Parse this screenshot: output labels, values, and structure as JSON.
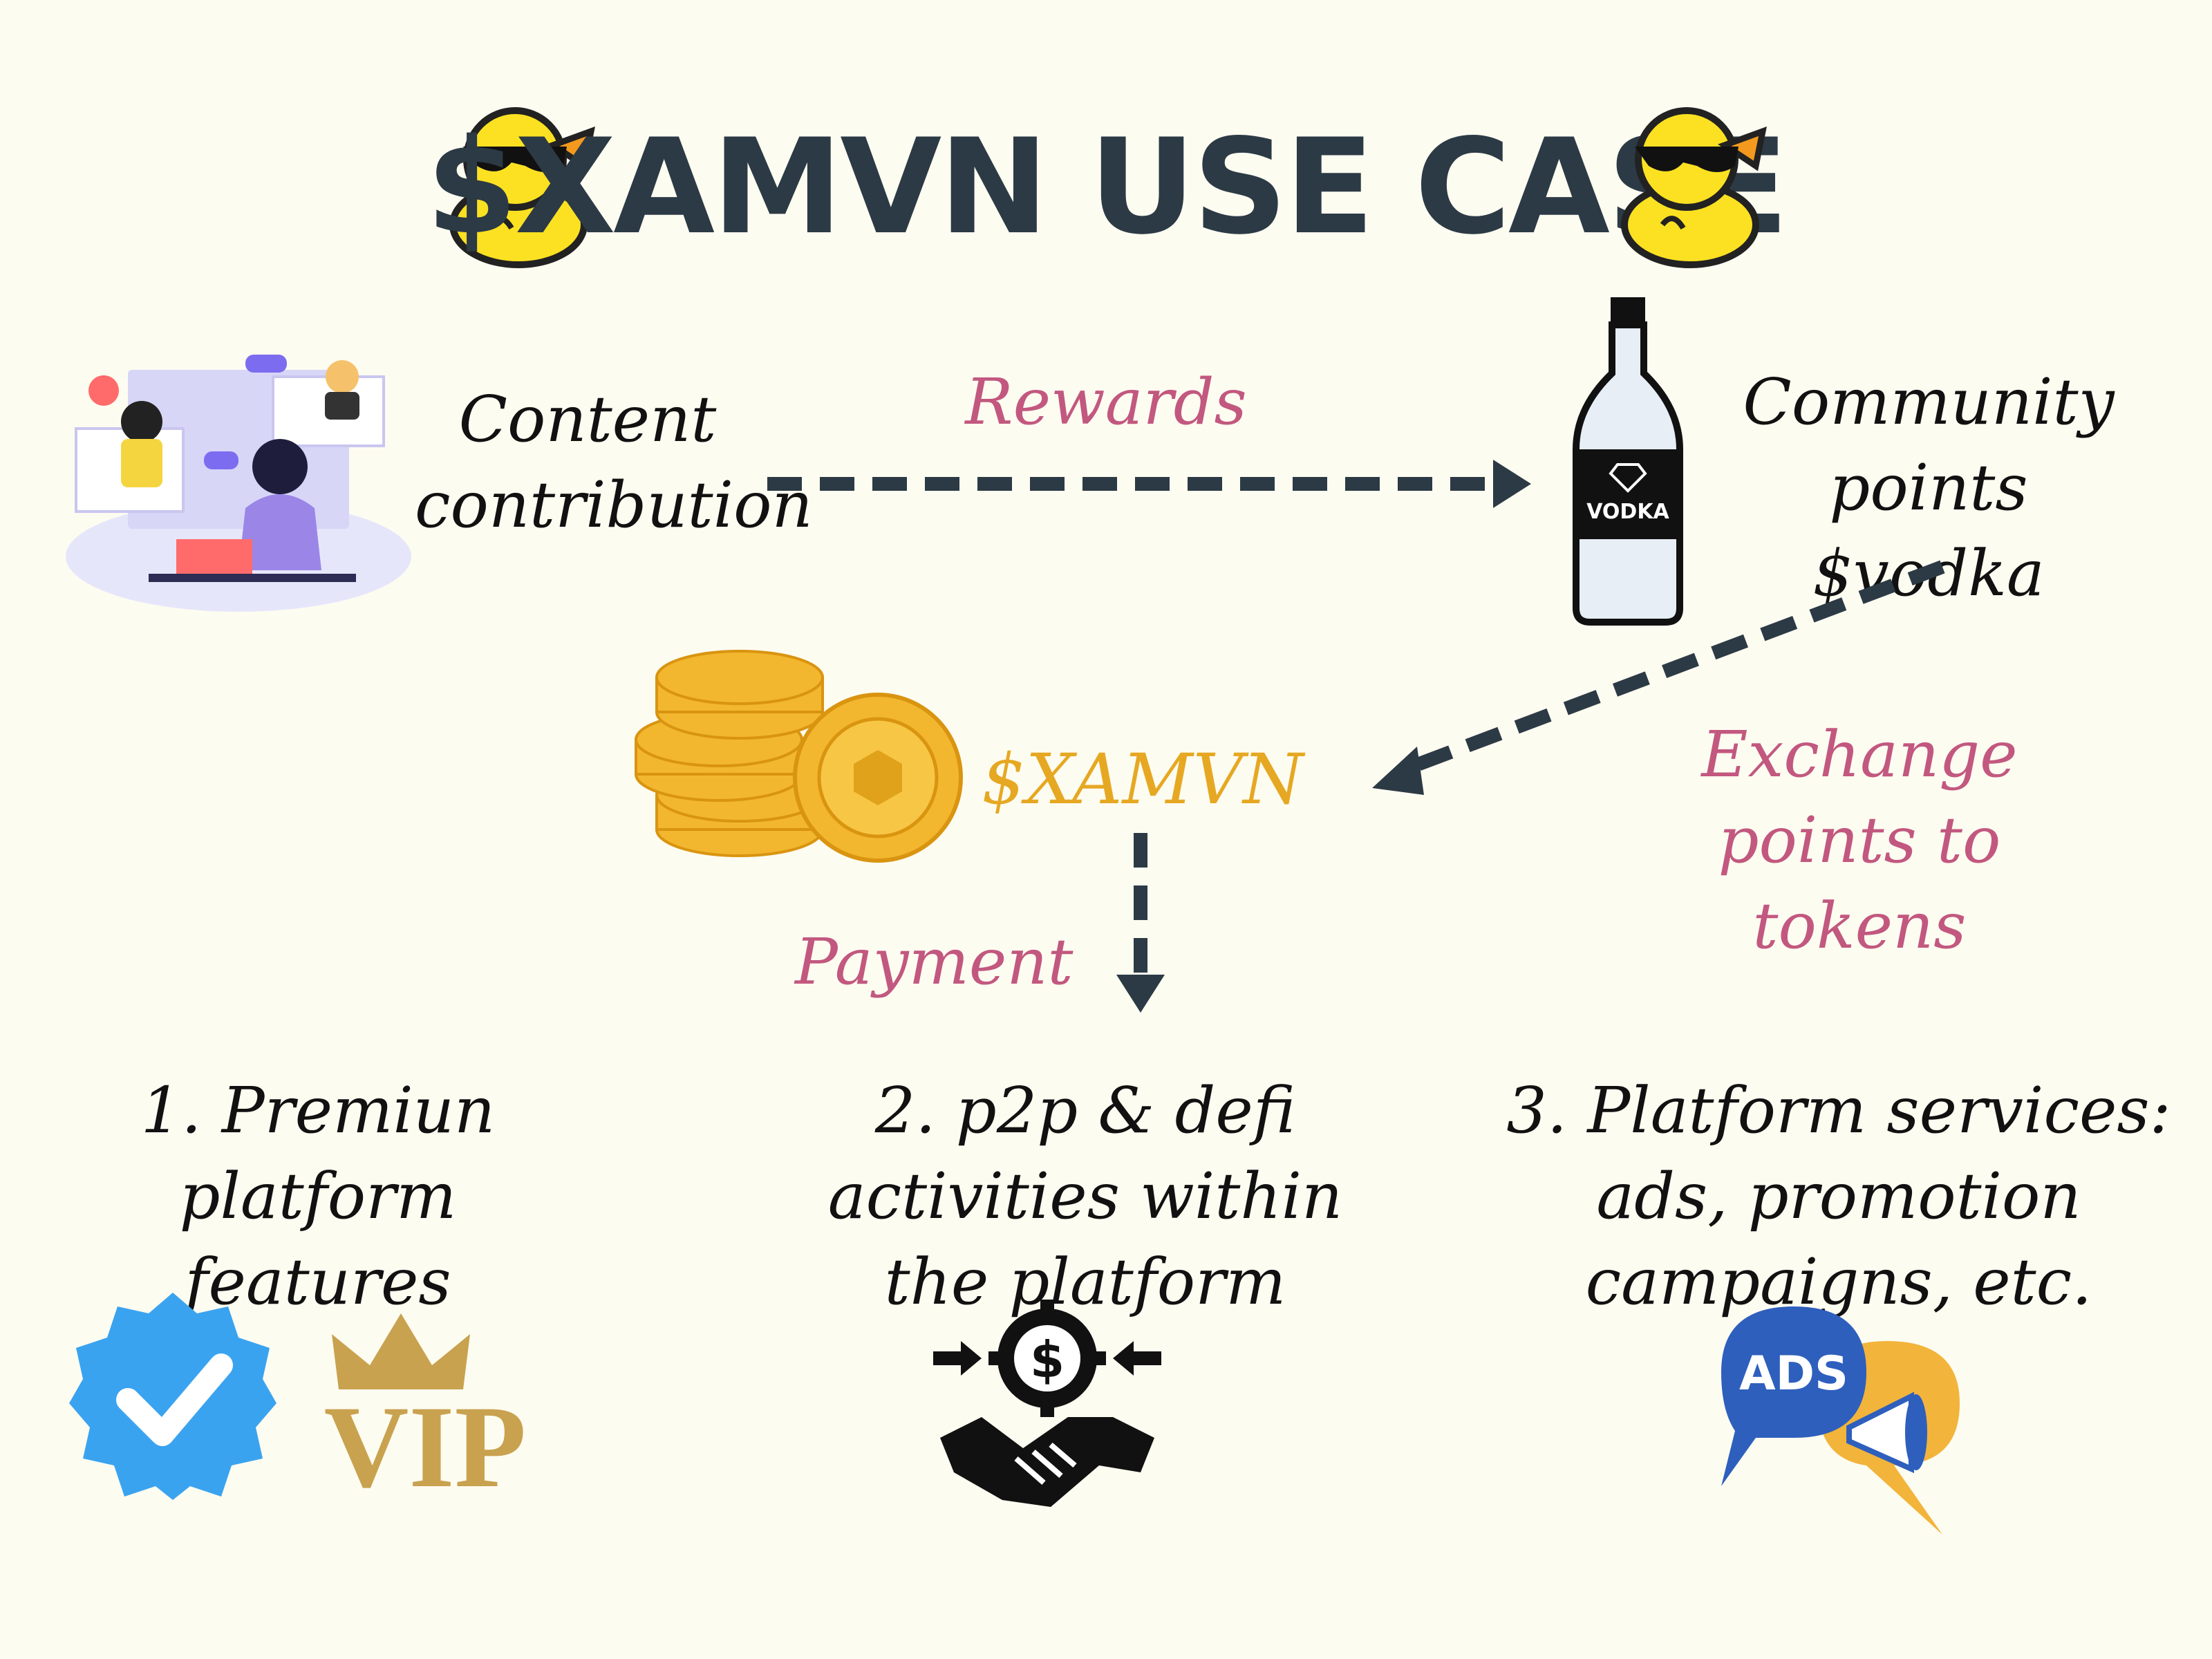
{
  "title": "$XAMVN USE CASE",
  "colors": {
    "background": "#fdfcf1",
    "title": "#2c3a45",
    "arrow": "#2c3a45",
    "label_pink": "#c2587f",
    "token_gold": "#e6a823",
    "vip_gold": "#c9a24f",
    "verified_blue": "#3aa3f0"
  },
  "nodes": {
    "content": "Content contribution",
    "community": "Community points $vodka",
    "token": "$XAMVN",
    "bottle_label": "VODKA"
  },
  "edges": {
    "rewards": "Rewards",
    "exchange": "Exchange points to tokens",
    "payment": "Payment"
  },
  "use_cases": [
    {
      "label": "1. Premiun platform features",
      "badge": "VIP"
    },
    {
      "label": "2. p2p & defi activities within the platform"
    },
    {
      "label": "3. Platform services: ads, promotion campaigns, etc.",
      "badge": "ADS"
    }
  ],
  "icons": {
    "title_left": "duck-sunglasses-icon",
    "title_right": "duck-sunglasses-icon",
    "content": "video-meeting-illustration",
    "community": "vodka-bottle-icon",
    "token": "coin-stack-icon",
    "use_case_1": [
      "verified-badge-icon",
      "vip-crown-icon"
    ],
    "use_case_2": "handshake-dollar-icon",
    "use_case_3": "ads-megaphone-icon"
  }
}
